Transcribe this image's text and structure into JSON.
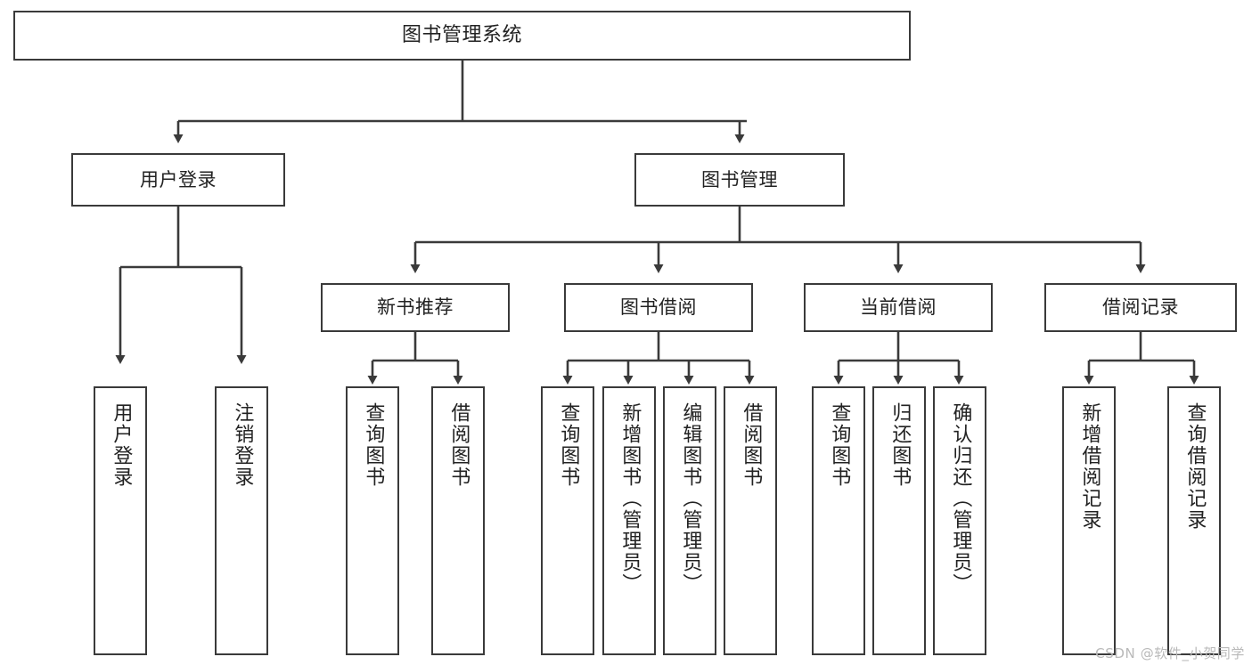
{
  "diagram": {
    "type": "tree-hierarchy",
    "title": "图书管理系统",
    "watermark": "CSDN @软件_小贺同学",
    "colors": {
      "box_border": "#3a3a3a",
      "box_fill": "#ffffff",
      "line": "#3a3a3a",
      "text": "#222222",
      "watermark": "#b9b9b9",
      "background": "#ffffff"
    },
    "nodes": {
      "root": {
        "label": "图书管理系统",
        "orientation": "horizontal"
      },
      "level1": [
        {
          "id": "user-login",
          "label": "用户登录",
          "orientation": "horizontal"
        },
        {
          "id": "book-manage",
          "label": "图书管理",
          "orientation": "horizontal"
        }
      ],
      "level2": [
        {
          "id": "new-book-recommend",
          "label": "新书推荐",
          "orientation": "horizontal"
        },
        {
          "id": "book-borrow",
          "label": "图书借阅",
          "orientation": "horizontal"
        },
        {
          "id": "current-borrow",
          "label": "当前借阅",
          "orientation": "horizontal"
        },
        {
          "id": "borrow-record",
          "label": "借阅记录",
          "orientation": "horizontal"
        }
      ],
      "leaves": [
        {
          "id": "leaf-user-login",
          "parent": "user-login",
          "label": "用户登录",
          "orientation": "vertical"
        },
        {
          "id": "leaf-logout-login",
          "parent": "user-login",
          "label": "注销登录",
          "orientation": "vertical"
        },
        {
          "id": "leaf-query-book-1",
          "parent": "new-book-recommend",
          "label": "查询图书",
          "orientation": "vertical"
        },
        {
          "id": "leaf-borrow-book-1",
          "parent": "new-book-recommend",
          "label": "借阅图书",
          "orientation": "vertical"
        },
        {
          "id": "leaf-query-book-2",
          "parent": "book-borrow",
          "label": "查询图书",
          "orientation": "vertical"
        },
        {
          "id": "leaf-add-book",
          "parent": "book-borrow",
          "label": "新增图书（管理员）",
          "orientation": "vertical"
        },
        {
          "id": "leaf-edit-book",
          "parent": "book-borrow",
          "label": "编辑图书（管理员）",
          "orientation": "vertical"
        },
        {
          "id": "leaf-borrow-book-2",
          "parent": "book-borrow",
          "label": "借阅图书",
          "orientation": "vertical"
        },
        {
          "id": "leaf-query-book-3",
          "parent": "current-borrow",
          "label": "查询图书",
          "orientation": "vertical"
        },
        {
          "id": "leaf-return-book",
          "parent": "current-borrow",
          "label": "归还图书",
          "orientation": "vertical"
        },
        {
          "id": "leaf-confirm-return",
          "parent": "current-borrow",
          "label": "确认归还（管理员）",
          "orientation": "vertical"
        },
        {
          "id": "leaf-add-record",
          "parent": "borrow-record",
          "label": "新增借阅记录",
          "orientation": "vertical"
        },
        {
          "id": "leaf-query-record",
          "parent": "borrow-record",
          "label": "查询借阅记录",
          "orientation": "vertical"
        }
      ]
    }
  }
}
